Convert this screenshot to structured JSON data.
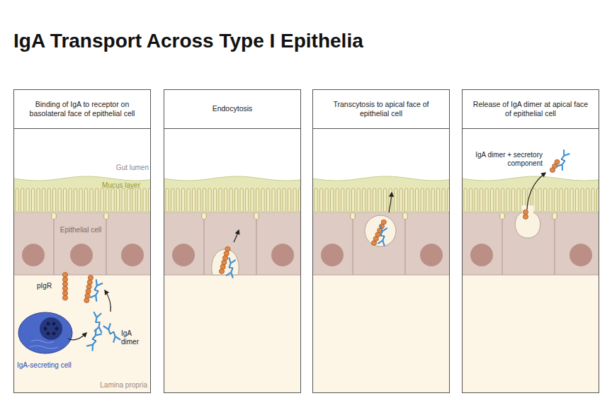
{
  "diagram": {
    "title": "IgA Transport Across Type I Epithelia",
    "nodes": [
      {
        "text": [
          "Binding of IgA to receptor on basolateral face of epithelial cell"
        ]
      },
      {
        "text": [
          "Endocytosis"
        ]
      },
      {
        "text": [
          "Transcytosis to apical face of epithelial cell"
        ]
      },
      {
        "text": [
          "Release of IgA dimer at apical face of epithelial cell"
        ]
      }
    ],
    "labels": [
      "Gut lumen",
      "Mucus layer",
      "Epithelial cell",
      "pIgR",
      "IgA dimer",
      "IgA-secreting cell",
      "Lamina propria",
      "IgA dimer + secretory component"
    ]
  }
}
